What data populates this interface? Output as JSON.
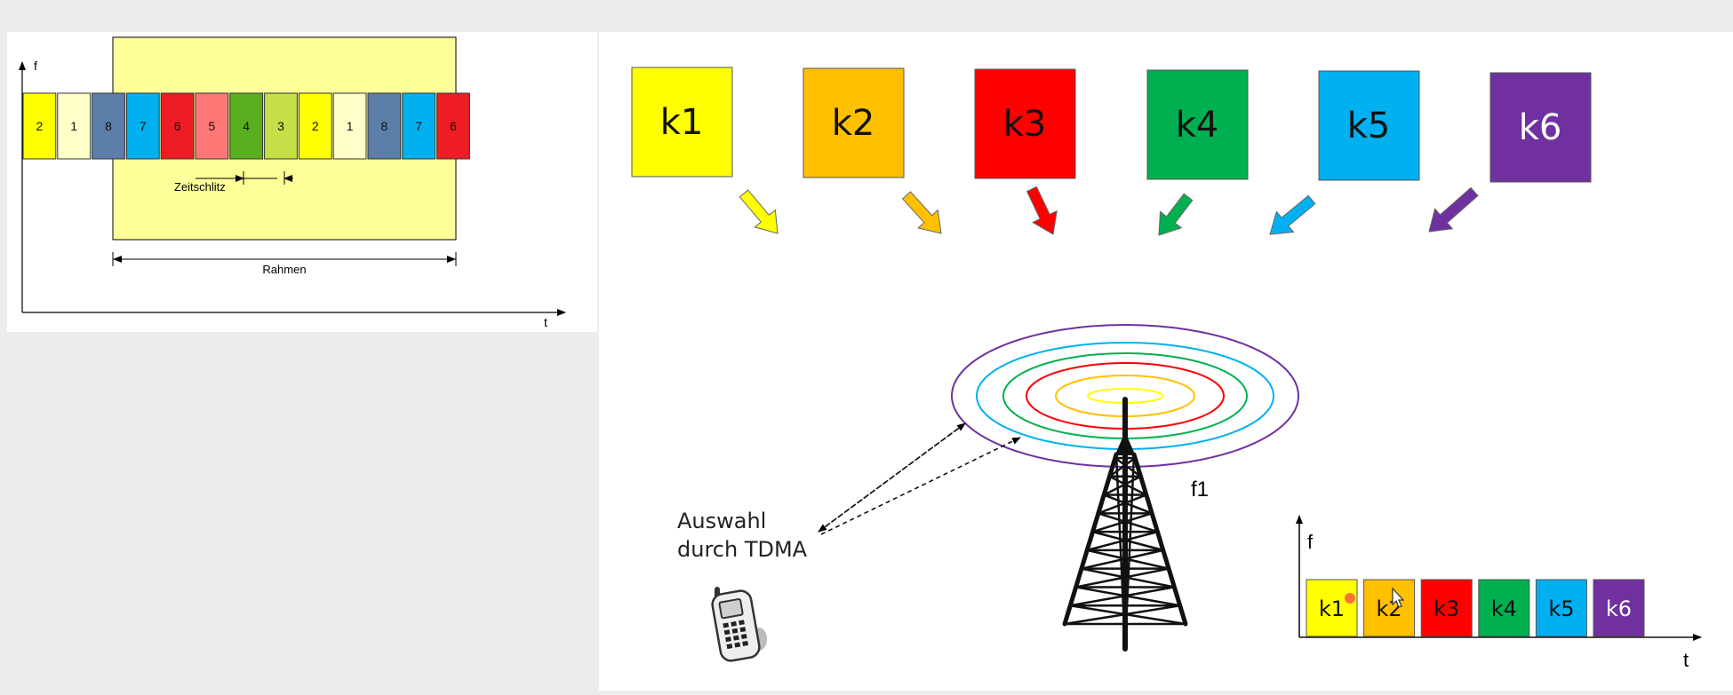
{
  "frame_diagram": {
    "f_label": "f",
    "t_label": "t",
    "slot_label": "Zeitschlitz",
    "frame_label": "Rahmen",
    "slots": [
      {
        "label": "2",
        "color": "#ffff00"
      },
      {
        "label": "1",
        "color": "#ffffc8"
      },
      {
        "label": "8",
        "color": "#5b7fa8"
      },
      {
        "label": "7",
        "color": "#00b0f0"
      },
      {
        "label": "6",
        "color": "#ee1c24"
      },
      {
        "label": "5",
        "color": "#ff7777"
      },
      {
        "label": "4",
        "color": "#5aaf1e"
      },
      {
        "label": "3",
        "color": "#c4e046"
      },
      {
        "label": "2",
        "color": "#ffff00"
      },
      {
        "label": "1",
        "color": "#ffffc8"
      },
      {
        "label": "8",
        "color": "#5b7fa8"
      },
      {
        "label": "7",
        "color": "#00b0f0"
      },
      {
        "label": "6",
        "color": "#ee1c24"
      }
    ]
  },
  "channels": [
    {
      "label": "k1",
      "color": "#ffff00",
      "text_color": "#111111"
    },
    {
      "label": "k2",
      "color": "#ffc000",
      "text_color": "#111111"
    },
    {
      "label": "k3",
      "color": "#ff0000",
      "text_color": "#111111"
    },
    {
      "label": "k4",
      "color": "#00b050",
      "text_color": "#111111"
    },
    {
      "label": "k5",
      "color": "#00b0f0",
      "text_color": "#111111"
    },
    {
      "label": "k6",
      "color": "#7030a0",
      "text_color": "#ffffff"
    }
  ],
  "tower": {
    "freq_label": "f1",
    "ring_colors": [
      "#ffff00",
      "#ffc000",
      "#ff0000",
      "#00b050",
      "#00b0f0",
      "#7030a0"
    ]
  },
  "phone": {
    "caption_line1": "Auswahl",
    "caption_line2": "durch TDMA"
  },
  "tdma_chart": {
    "f_label": "f",
    "t_label": "t"
  }
}
